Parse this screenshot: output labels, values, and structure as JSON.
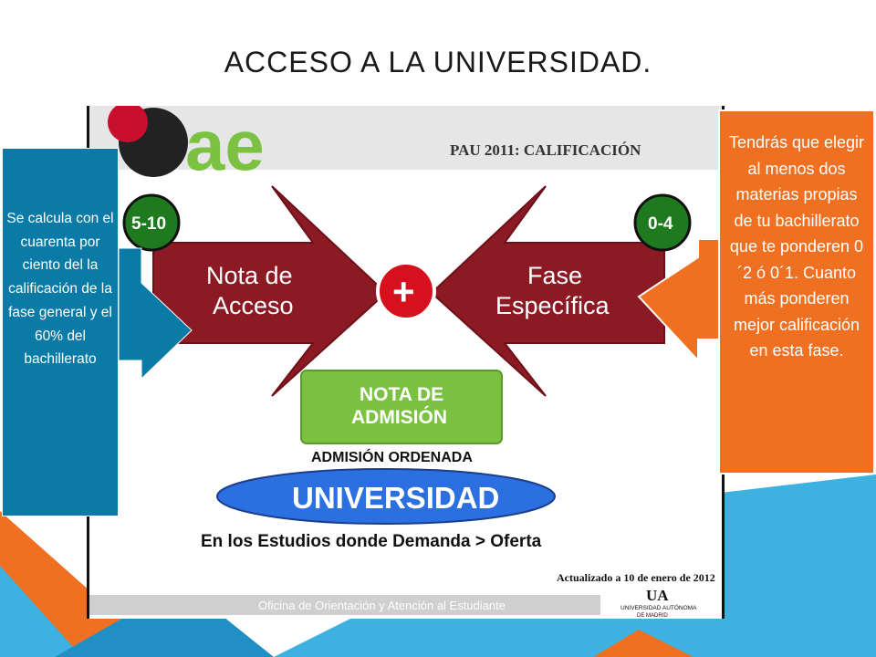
{
  "slide": {
    "title": "ACCESO A LA UNIVERSIDAD."
  },
  "image": {
    "logo_letters": "ae",
    "header": "PAU 2011: CALIFICACIÓN",
    "left_badge": "5-10",
    "right_badge": "0-4",
    "left_arrow_line1": "Nota de",
    "left_arrow_line2": "Acceso",
    "right_arrow_line1": "Fase",
    "right_arrow_line2": "Específica",
    "plus": "+",
    "result_line1": "NOTA DE",
    "result_line2": "ADMISIÓN",
    "ordered": "ADMISIÓN ORDENADA",
    "university": "UNIVERSIDAD",
    "demand": "En los Estudios donde Demanda > Oferta",
    "updated": "Actualizado a 10 de enero de 2012",
    "footer_office": "Oficina de Orientación y Atención al Estudiante",
    "ua_logo": "UA",
    "ua_name": "UNIVERSIDAD AUTÓNOMA",
    "ua_sub": "DE MADRID"
  },
  "callouts": {
    "left_text": "Se calcula con el cuarenta por ciento del la calificación de la fase general y el 60% del bachillerato",
    "right_text": "Tendrás que elegir al menos dos materias propias de tu bachillerato que te ponderen  0´2 ó 0´1. Cuanto más ponderen mejor calificación en esta fase."
  },
  "colors": {
    "orange": "#f07022",
    "teal": "#0a7aa7",
    "light_blue": "#3db1e0",
    "dark_red": "#8b1a24",
    "green": "#7cc242",
    "dark_green": "#1f7a1f",
    "blue_ellipse": "#2b6fe0"
  }
}
